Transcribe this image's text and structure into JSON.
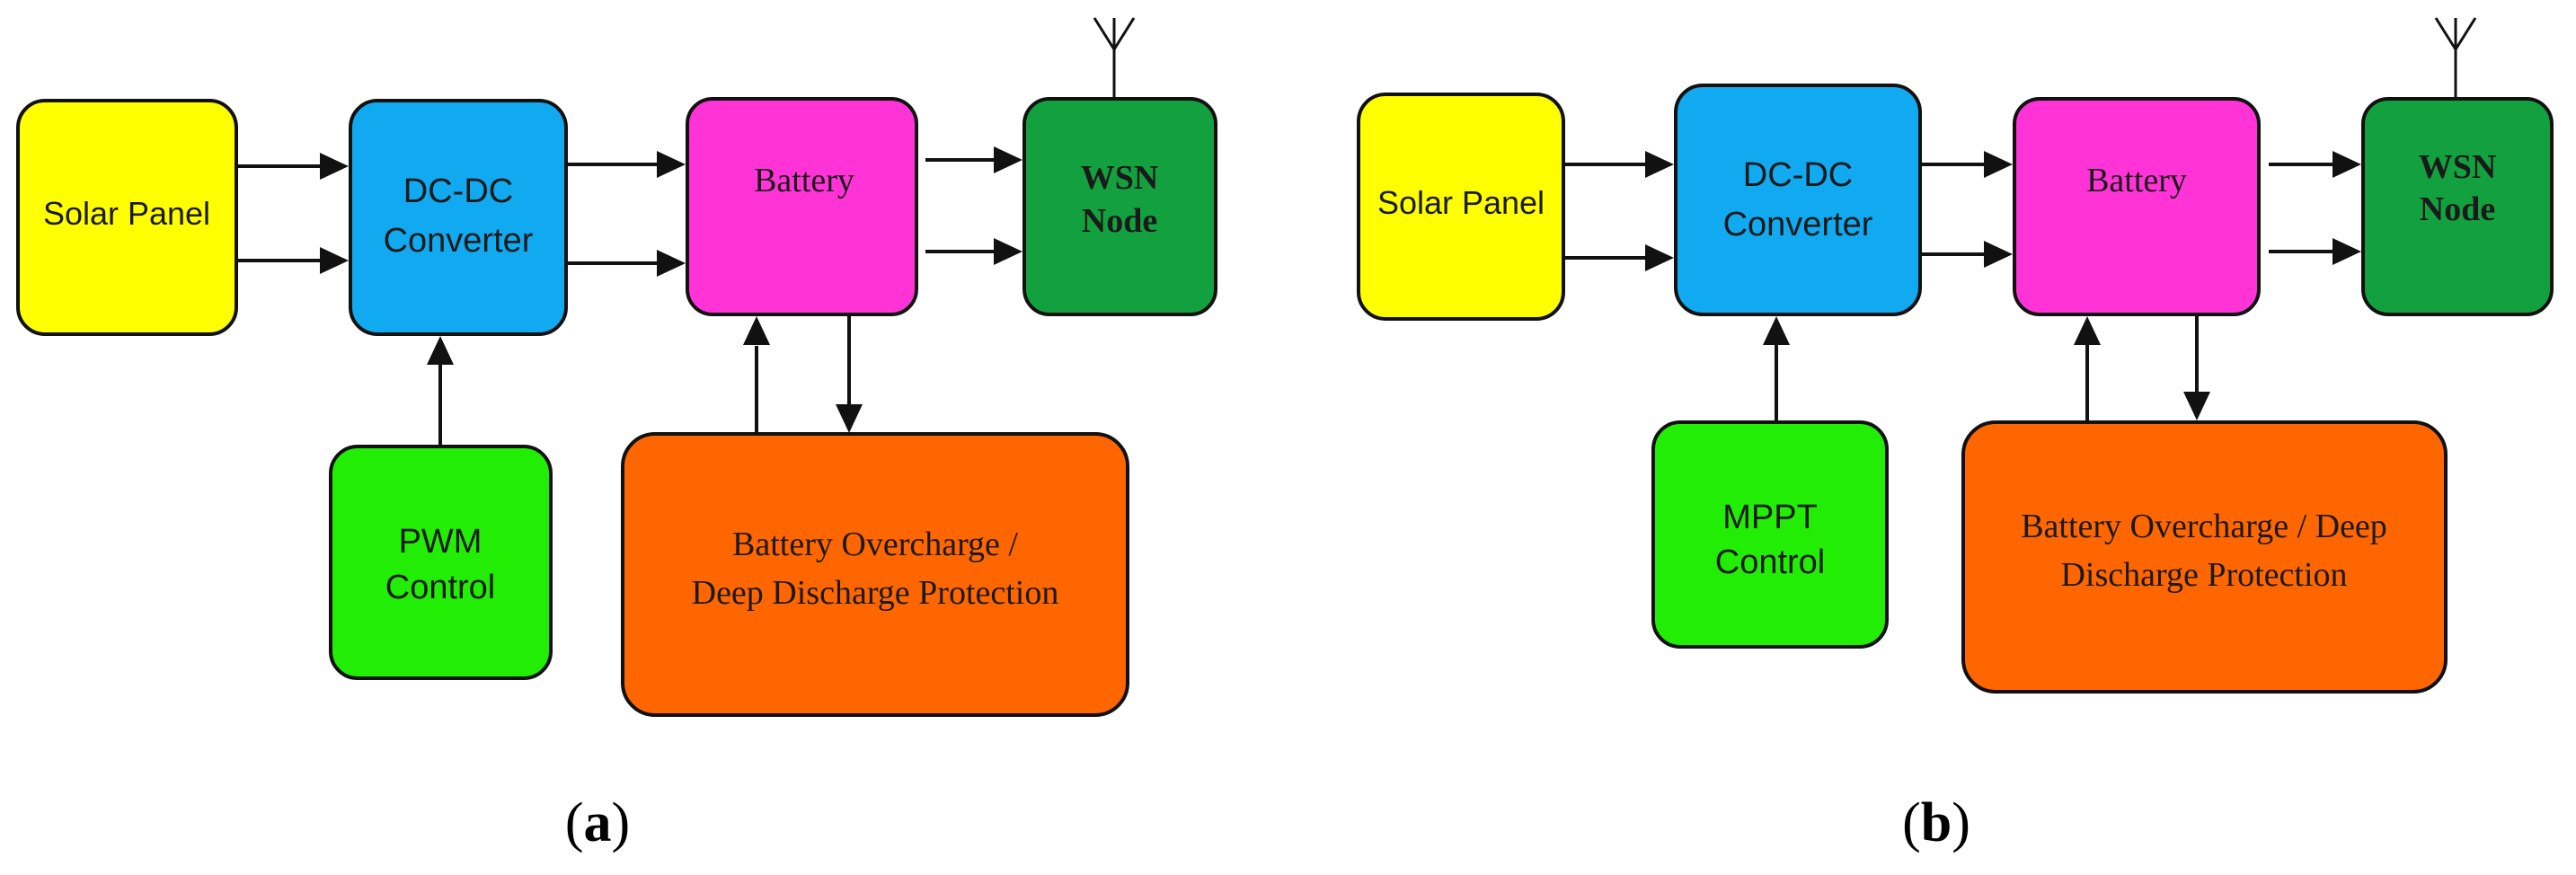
{
  "colors": {
    "solar": "#ffff00",
    "converter": "#11aaf0",
    "battery": "#ff33d6",
    "wsn": "#13a13f",
    "control": "#22ee05",
    "protection": "#ff6600",
    "stroke": "#111111"
  },
  "panels": [
    {
      "caption_prefix": "(",
      "caption_letter": "a",
      "caption_suffix": ")",
      "solar": {
        "label": "Solar Panel"
      },
      "converter": {
        "line1": "DC-DC",
        "line2": "Converter"
      },
      "battery": {
        "label": "Battery"
      },
      "wsn": {
        "line1": "WSN",
        "line2": "Node"
      },
      "control": {
        "line1": "PWM",
        "line2": "Control"
      },
      "protection": {
        "line1": "Battery Overcharge /",
        "line2": "Deep Discharge Protection"
      },
      "antenna_icon": "antenna-icon"
    },
    {
      "caption_prefix": "(",
      "caption_letter": "b",
      "caption_suffix": ")",
      "solar": {
        "label": "Solar Panel"
      },
      "converter": {
        "line1": "DC-DC",
        "line2": "Converter"
      },
      "battery": {
        "label": "Battery"
      },
      "wsn": {
        "line1": "WSN",
        "line2": "Node"
      },
      "control": {
        "line1": "MPPT",
        "line2": "Control"
      },
      "protection": {
        "line1": "Battery Overcharge / Deep",
        "line2": "Discharge Protection"
      },
      "antenna_icon": "antenna-icon"
    }
  ]
}
